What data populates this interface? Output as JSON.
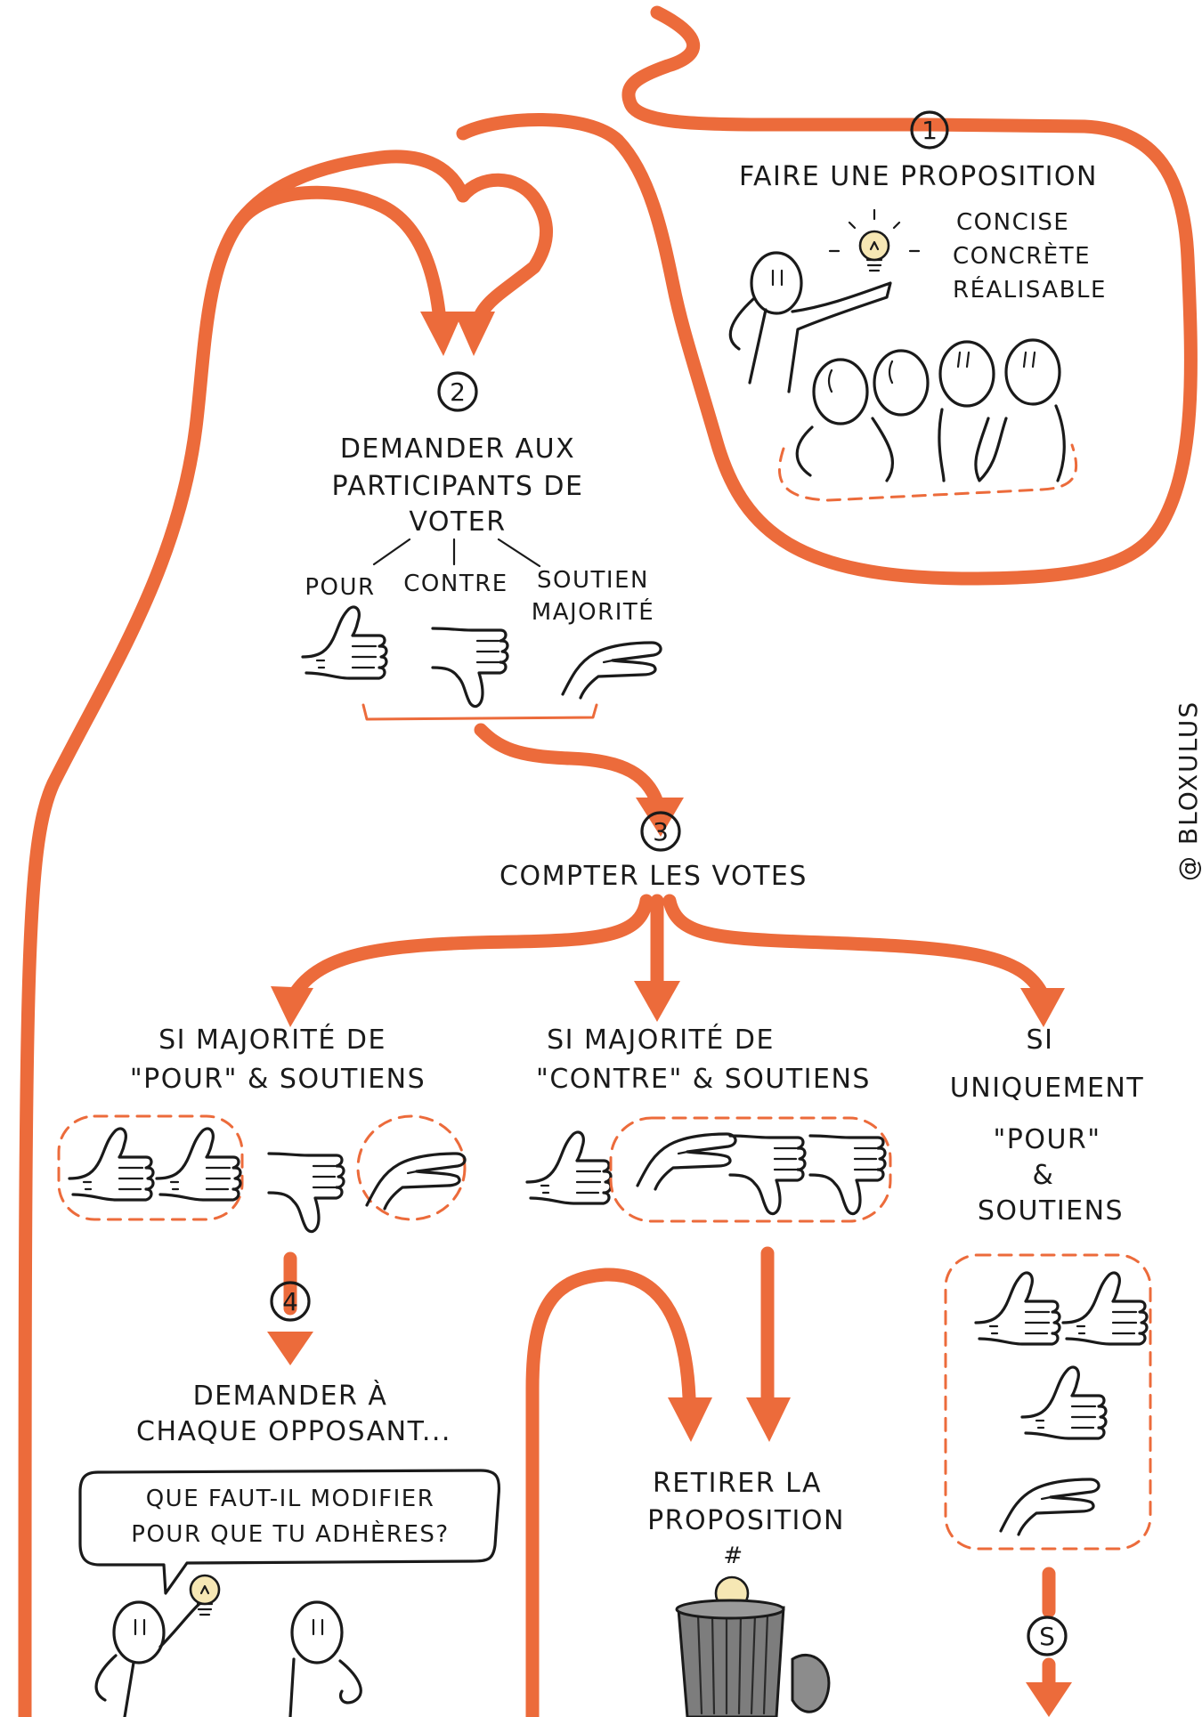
{
  "steps": {
    "s1": {
      "number": "1",
      "title": "FAIRE UNE PROPOSITION",
      "qualities": [
        "CONCISE",
        "CONCRÈTE",
        "RÉALISABLE"
      ]
    },
    "s2": {
      "number": "2",
      "title_lines": [
        "DEMANDER AUX",
        "PARTICIPANTS DE",
        "VOTER"
      ],
      "options": [
        "POUR",
        "CONTRE",
        "SOUTIEN",
        "MAJORITÉ"
      ]
    },
    "s3": {
      "number": "3",
      "title": "COMPTER LES VOTES"
    },
    "s4": {
      "number": "4",
      "title_lines": [
        "DEMANDER À",
        "CHAQUE OPPOSANT..."
      ],
      "bubble_lines": [
        "QUE FAUT-IL MODIFIER",
        "POUR QUE TU ADHÈRES?"
      ]
    },
    "s5": {
      "number": "S"
    }
  },
  "branches": {
    "left": {
      "lines": [
        "SI MAJORITÉ DE",
        "\"POUR\" & SOUTIENS"
      ]
    },
    "middle": {
      "lines": [
        "SI MAJORITÉ DE",
        "\"CONTRE\" & SOUTIENS"
      ]
    },
    "right": {
      "lines": [
        "SI",
        "UNIQUEMENT",
        "\"POUR\"",
        "&",
        "SOUTIENS"
      ]
    }
  },
  "outcomes": {
    "withdraw": {
      "lines": [
        "RETIRER LA",
        "PROPOSITION"
      ],
      "sign": "#"
    }
  },
  "credit": "@ BLOXULUS",
  "colors": {
    "flow": "#ec6b3b",
    "ink": "#1a1a1a",
    "bulb": "#f6e7b4"
  },
  "icons": [
    "thumbs-up-icon",
    "thumbs-down-icon",
    "flat-hand-icon",
    "lightbulb-icon",
    "trash-can-icon",
    "person-icon"
  ]
}
